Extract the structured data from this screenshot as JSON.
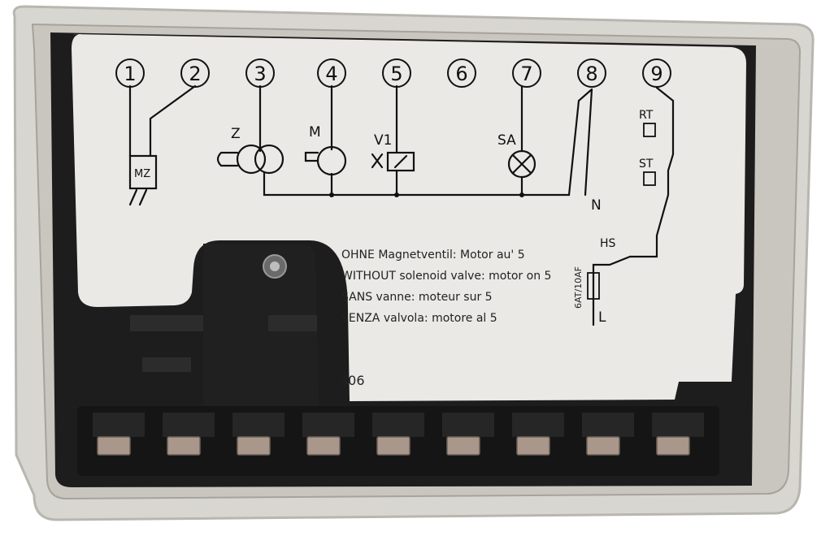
{
  "terminals": [
    "1",
    "2",
    "3",
    "4",
    "5",
    "6",
    "7",
    "8",
    "9"
  ],
  "components": {
    "ignition_transformer": "Z",
    "motor": "M",
    "valve": "V1",
    "alarm_lamp": "SA",
    "flame_sensor": "MZ",
    "neutral": "N",
    "line": "L",
    "room_thermostat": "RT",
    "safety_thermostat": "ST",
    "main_switch": "HS",
    "fuse": "6AT/10AF"
  },
  "notes": [
    "OHNE Magnetventil: Motor au' 5",
    "WITHOUT solenoid valve: motor on 5",
    "SANS vanne: moteur sur 5",
    "SENZA valvola: motore al 5"
  ],
  "model_number": "306",
  "colors": {
    "background": "#ffffff",
    "case_clear": "#dcdad5",
    "label_paper": "#eceae7",
    "plastic_black": "#1c1c1c",
    "terminal_metal": "#a8978a"
  }
}
